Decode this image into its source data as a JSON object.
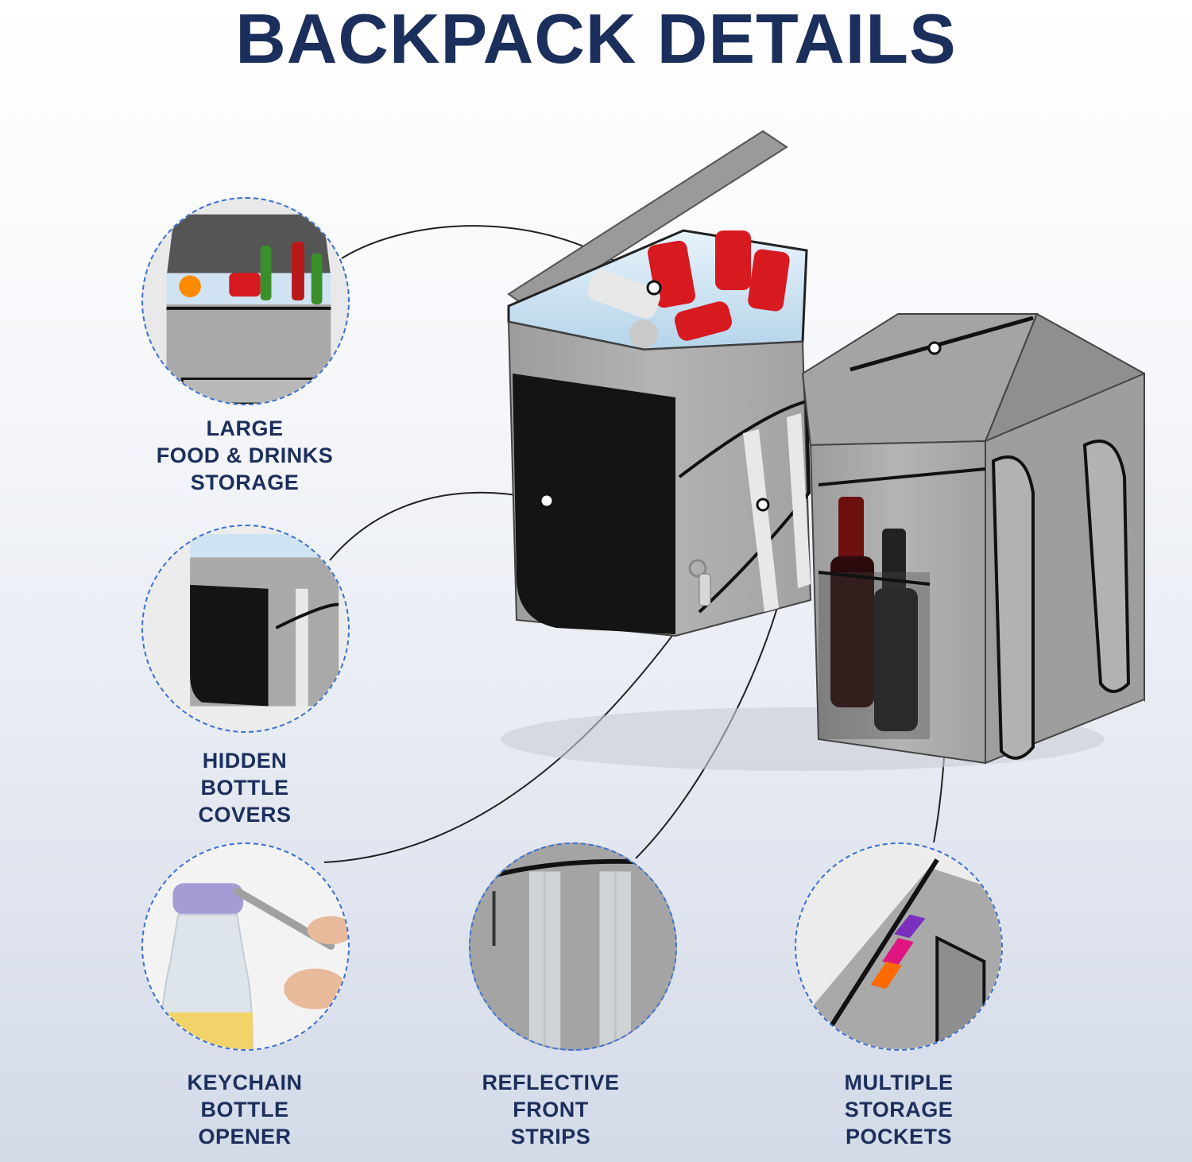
{
  "title": "BACKPACK DETAILS",
  "features": [
    {
      "lines": [
        "LARGE",
        "FOOD & DRINKS",
        "STORAGE"
      ]
    },
    {
      "lines": [
        "HIDDEN",
        "BOTTLE",
        "COVERS"
      ]
    },
    {
      "lines": [
        "KEYCHAIN",
        "BOTTLE",
        "OPENER"
      ]
    },
    {
      "lines": [
        "REFLECTIVE",
        "FRONT",
        "STRIPS"
      ]
    },
    {
      "lines": [
        "MULTIPLE",
        "STORAGE",
        "POCKETS"
      ]
    }
  ],
  "colors": {
    "title": "#1c2f5c",
    "circle_border": "#3a6fd1",
    "bag_gray": "#a9a9a9",
    "bag_black": "#141414",
    "can_red": "#d71920"
  }
}
